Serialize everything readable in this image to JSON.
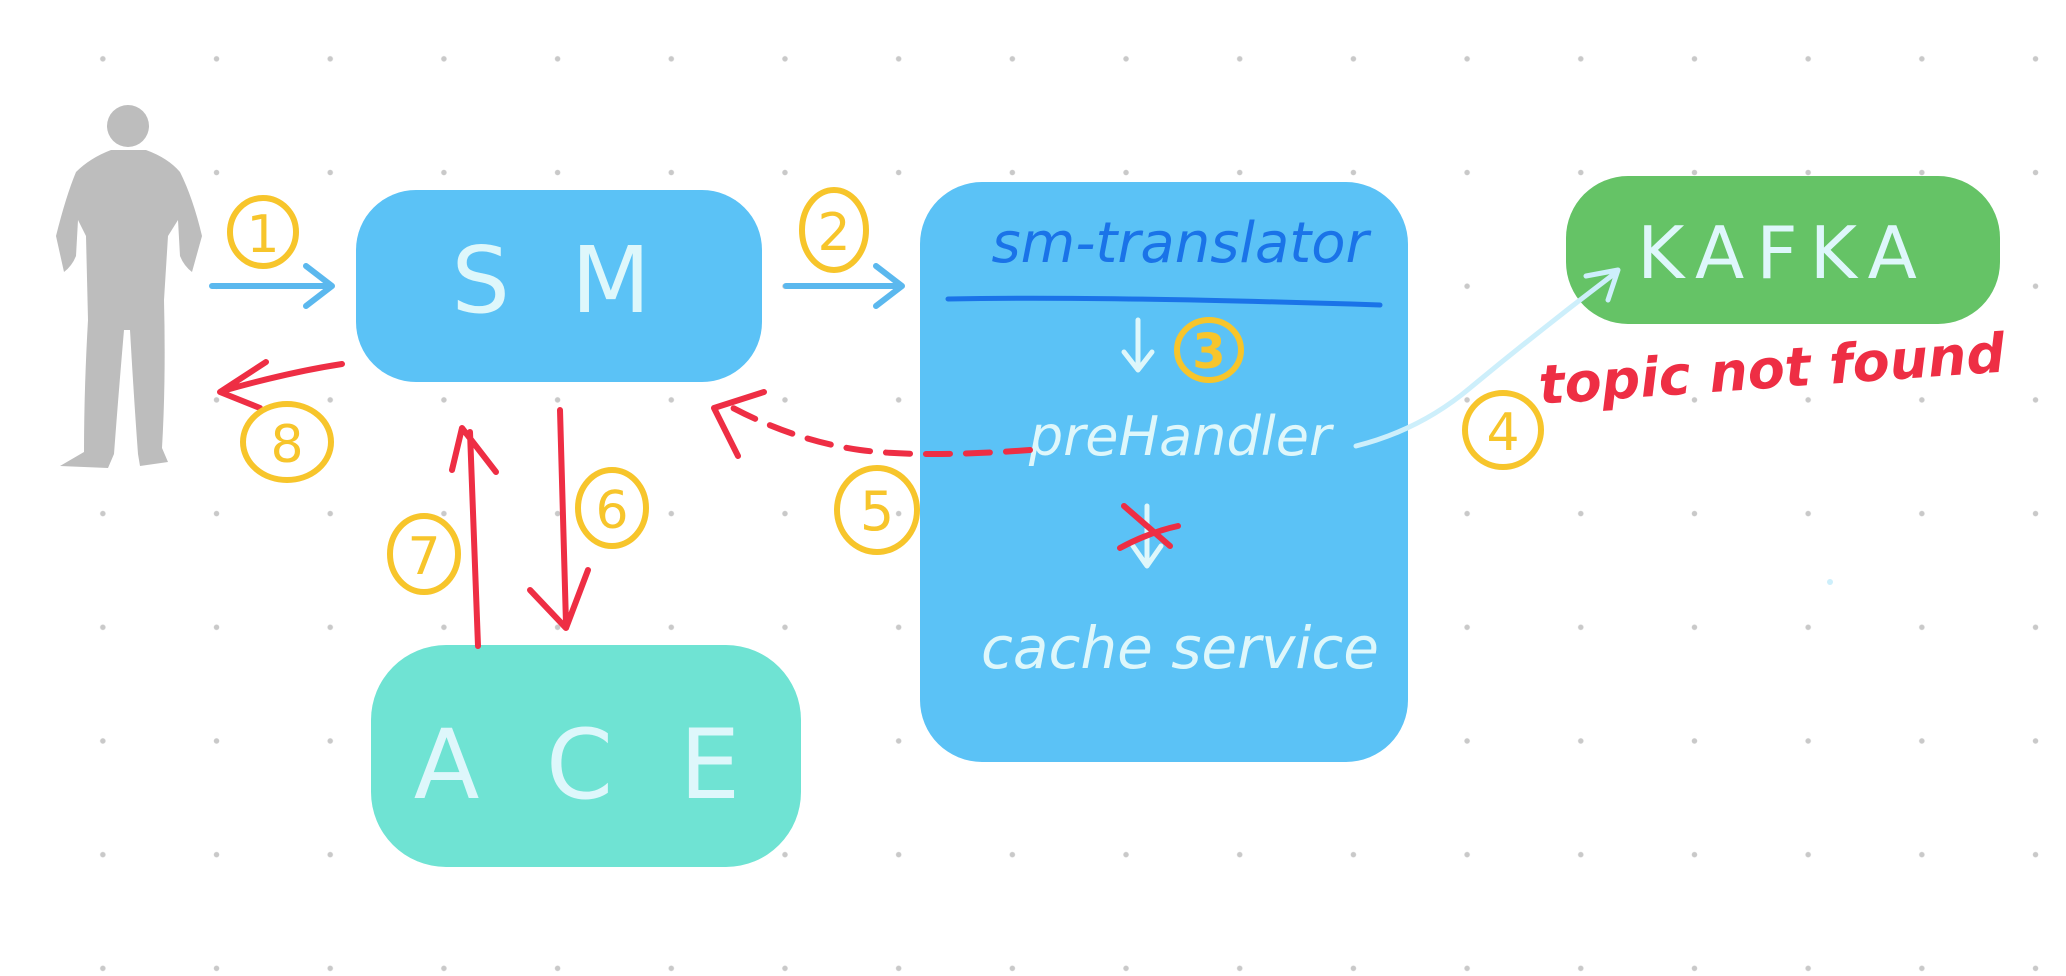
{
  "nodes": {
    "sm": {
      "label": "S M",
      "color": "#5bc2f6"
    },
    "ace": {
      "label": "A C E",
      "color": "#6fe3d3"
    },
    "translator": {
      "title": "sm-translator",
      "prehandler": "preHandler",
      "cache_service": "cache service",
      "color": "#5bc2f6"
    },
    "kafka": {
      "label": "KAFKA",
      "color": "#65c366"
    }
  },
  "steps": {
    "s1": "1",
    "s2": "2",
    "s3": "3",
    "s4": "4",
    "s5": "5",
    "s6": "6",
    "s7": "7",
    "s8": "8"
  },
  "annotations": {
    "topic_error": "topic not found"
  },
  "colors": {
    "success_arrow": "#5bb8ee",
    "error_arrow": "#ee2e44",
    "step_badge": "#f7c52b",
    "node_text": "#def7fb",
    "title_text": "#1a73e8",
    "user_figure": "#bdbdbd"
  },
  "icons": {
    "user": "user-figure-icon",
    "cross": "cross-mark-icon"
  }
}
